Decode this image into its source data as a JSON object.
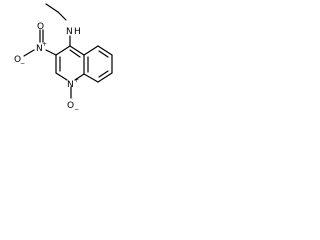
{
  "molecule": {
    "atoms": {
      "amine_n": "N",
      "amine_h": "H",
      "nitro_n": "N",
      "nitro_plus": "+",
      "nitro_o_double": "O",
      "nitro_o_minus": "O",
      "nitro_o_minus_charge": "−",
      "ring_n": "N",
      "ring_n_plus": "+",
      "n_oxide_o": "O",
      "n_oxide_o_charge": "−"
    }
  }
}
